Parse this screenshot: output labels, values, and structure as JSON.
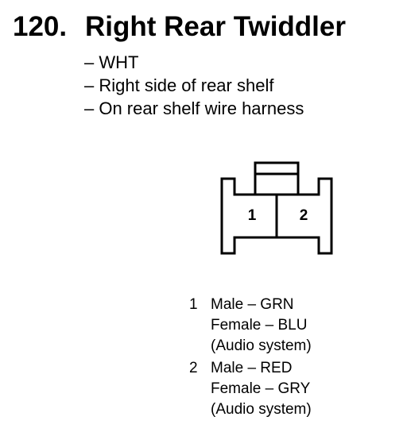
{
  "heading": {
    "number": "120.",
    "name": "Right Rear Twiddler"
  },
  "details": [
    "– WHT",
    "– Right side of rear shelf",
    "– On rear shelf wire harness"
  ],
  "connector": {
    "cavity_labels": [
      "1",
      "2"
    ]
  },
  "pins": [
    {
      "number": "1",
      "male": "Male – GRN",
      "female": "Female – BLU",
      "system": "(Audio system)"
    },
    {
      "number": "2",
      "male": "Male – RED",
      "female": "Female – GRY",
      "system": "(Audio system)"
    }
  ]
}
